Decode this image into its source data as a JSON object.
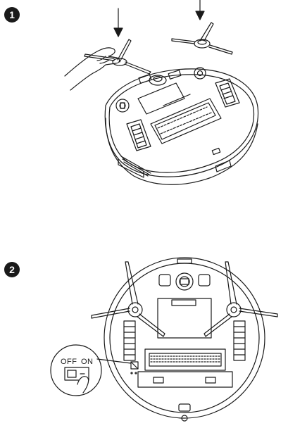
{
  "steps": [
    {
      "number": "1"
    },
    {
      "number": "2"
    }
  ],
  "power_switch": {
    "off_label": "OFF",
    "on_label": "ON"
  },
  "colors": {
    "line": "#1a1a1a",
    "badge_fill": "#1a1a1a",
    "background": "#ffffff"
  }
}
